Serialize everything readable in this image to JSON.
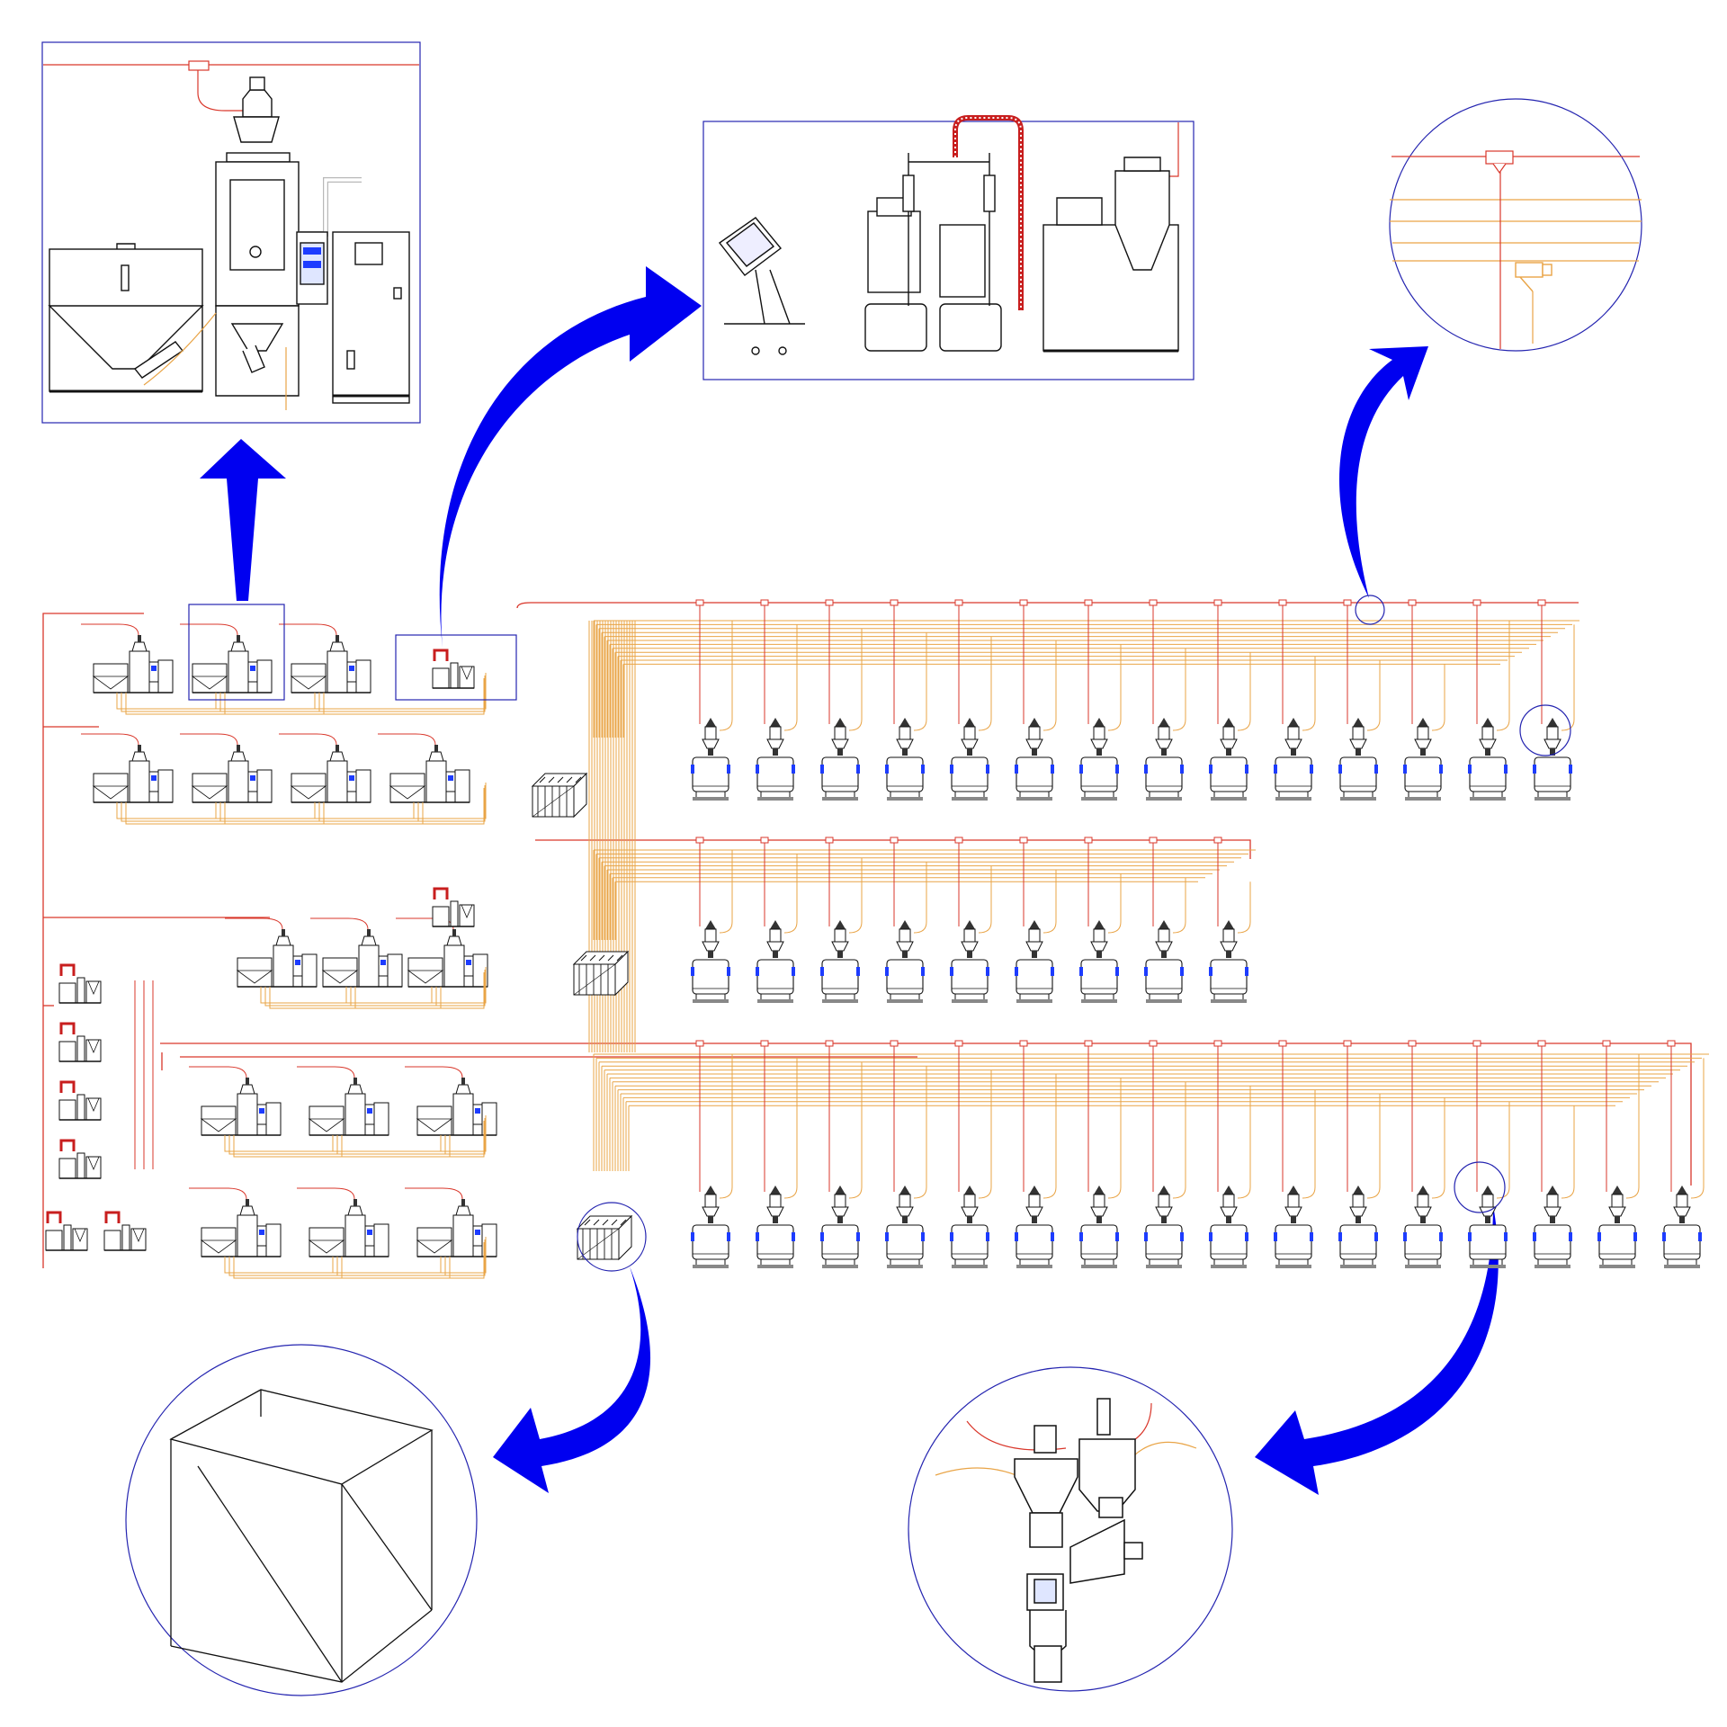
{
  "diagram": {
    "kind": "central-conveying-system-layout",
    "colors": {
      "background": "#ffffff",
      "vacuum_line": "#d9372b",
      "material_line": "#e9a446",
      "callout_arrow": "#0000f0",
      "callout_frame": "#2424b0",
      "machine_outline": "#1a1a1a",
      "hopper_fill": "#ffffff",
      "accent_blue": "#1d3cff",
      "hose_red": "#c81e1e"
    },
    "sections": [
      {
        "id": "zone-1",
        "machines": 14,
        "dryer_units": 7,
        "manifold": true
      },
      {
        "id": "zone-2",
        "machines": 9,
        "dryer_units": 3,
        "manifold": true
      },
      {
        "id": "zone-3",
        "machines": 16,
        "dryer_units": 6,
        "manifold": true
      }
    ],
    "callouts": [
      {
        "id": "dryer-detail",
        "shape": "rectangle",
        "icon": "dryer-loader-icon"
      },
      {
        "id": "vacuum-station-detail",
        "shape": "rectangle",
        "icon": "vacuum-station-icon"
      },
      {
        "id": "valve-detail",
        "shape": "circle",
        "icon": "tee-valve-icon"
      },
      {
        "id": "manifold-detail",
        "shape": "circle",
        "icon": "distribution-manifold-icon"
      },
      {
        "id": "loader-detail",
        "shape": "circle",
        "icon": "hopper-loader-icon"
      }
    ]
  }
}
